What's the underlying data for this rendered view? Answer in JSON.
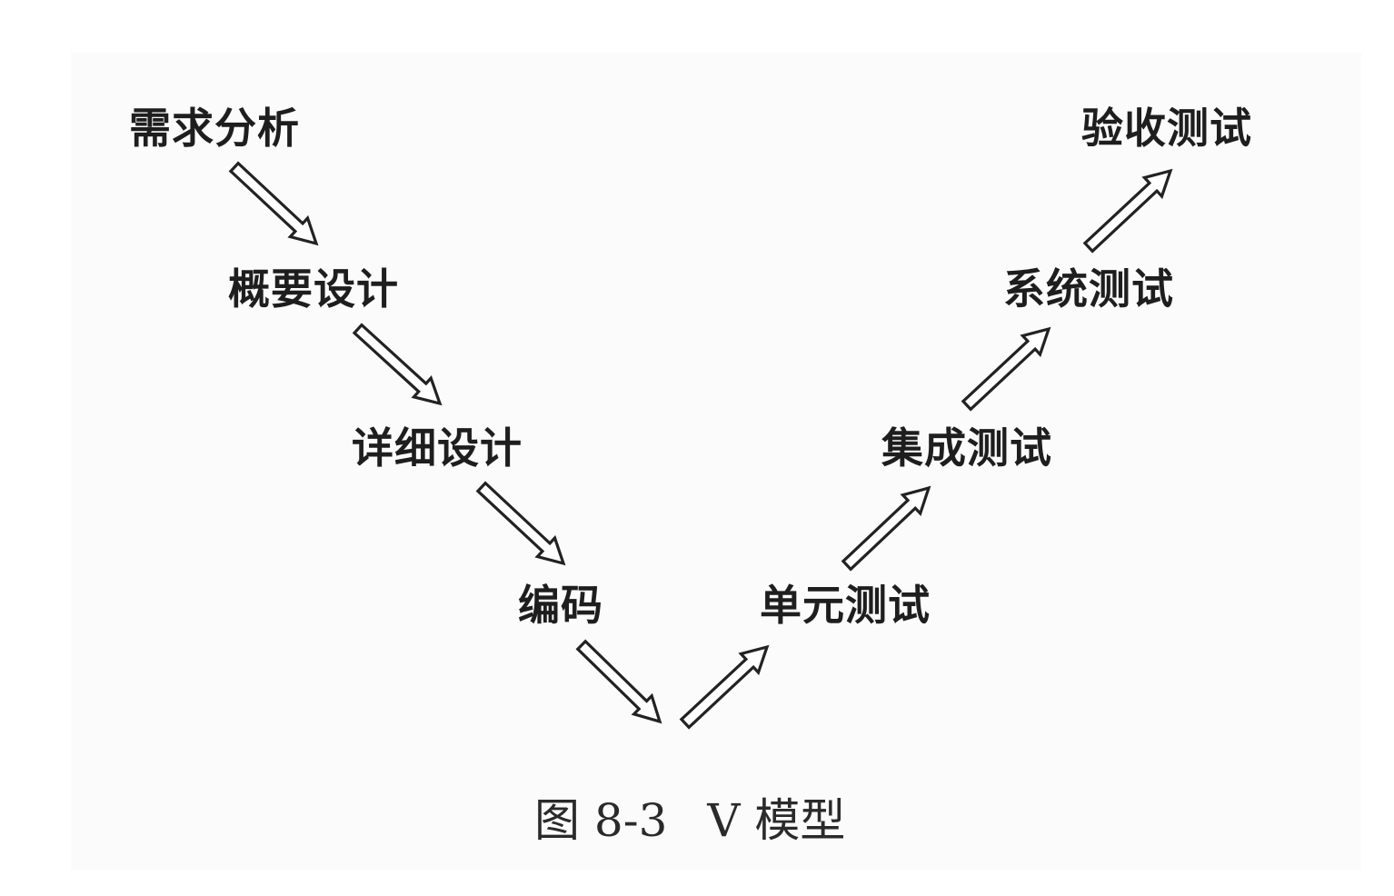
{
  "left_stages": [
    {
      "id": "requirements",
      "label": "需求分析"
    },
    {
      "id": "outline_design",
      "label": "概要设计"
    },
    {
      "id": "detailed_design",
      "label": "详细设计"
    },
    {
      "id": "coding",
      "label": "编码"
    }
  ],
  "right_stages": [
    {
      "id": "unit_test",
      "label": "单元测试"
    },
    {
      "id": "integration_test",
      "label": "集成测试"
    },
    {
      "id": "system_test",
      "label": "系统测试"
    },
    {
      "id": "acceptance_test",
      "label": "验收测试"
    }
  ],
  "caption": {
    "figure_number": "图 8-3",
    "title": "V 模型"
  }
}
